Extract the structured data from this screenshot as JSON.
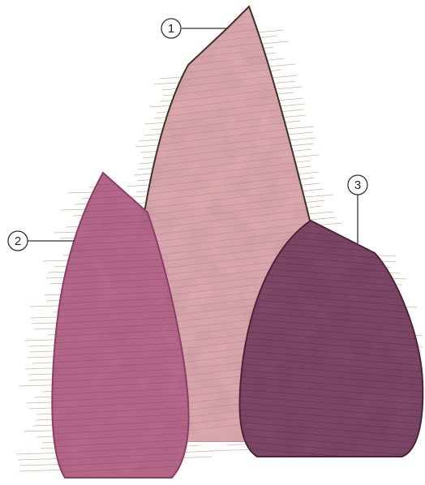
{
  "colors": {
    "shape_1_fill": "#deaab1",
    "shape_1_edge": "#c98d98",
    "shape_2_fill": "#b96b8d",
    "shape_2_edge": "#8a3f66",
    "shape_3_fill": "#804a69",
    "shape_3_edge": "#4c2438",
    "outline": "#3e3328",
    "hatch": "#a8744f",
    "callout_stroke": "#333333"
  },
  "callouts": [
    {
      "id": "1",
      "label": "1"
    },
    {
      "id": "2",
      "label": "2"
    },
    {
      "id": "3",
      "label": "3"
    }
  ]
}
